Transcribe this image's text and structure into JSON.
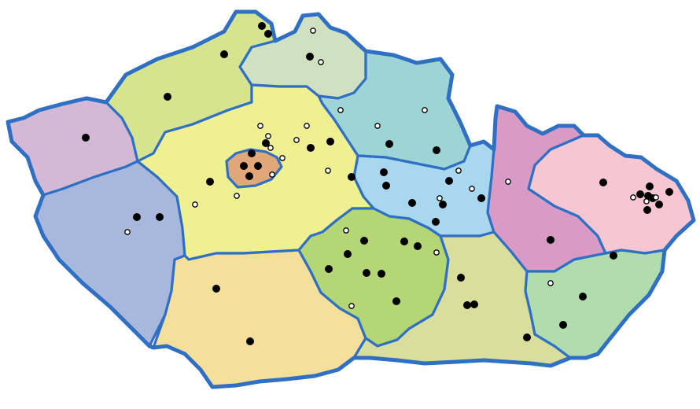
{
  "map": {
    "colors": {
      "border": "#2f6fc4",
      "filled_marker": "#000000",
      "open_marker": "#ffffff"
    },
    "regions": [
      {
        "id": "karlovarsky",
        "color": "#d3b9d6"
      },
      {
        "id": "plzensky",
        "color": "#a8b8dc"
      },
      {
        "id": "ustecky",
        "color": "#d7e48f"
      },
      {
        "id": "liberecky",
        "color": "#cfe1c0"
      },
      {
        "id": "kralovehradecky",
        "color": "#9fd4d7"
      },
      {
        "id": "pardubicky",
        "color": "#a9d8ee"
      },
      {
        "id": "stredocesky",
        "color": "#eff091"
      },
      {
        "id": "praha",
        "color": "#e0a878"
      },
      {
        "id": "jihocesky",
        "color": "#f4df9b"
      },
      {
        "id": "vysocina",
        "color": "#b5d675"
      },
      {
        "id": "jihomoravsky",
        "color": "#d9de9c"
      },
      {
        "id": "olomoucky",
        "color": "#d89bc6"
      },
      {
        "id": "moravskoslezsky",
        "color": "#f7c6d3"
      },
      {
        "id": "zlinsky",
        "color": "#b0dcae"
      }
    ],
    "markers": {
      "filled_count": 52,
      "open_count": 27
    }
  }
}
